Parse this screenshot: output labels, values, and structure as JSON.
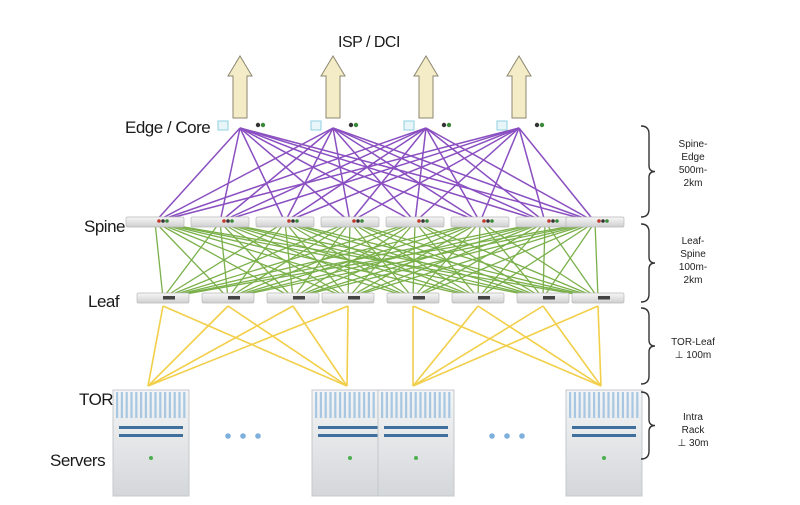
{
  "diagram": {
    "top_label": "ISP / DCI",
    "tiers": {
      "edge_core": "Edge / Core",
      "spine": "Spine",
      "leaf": "Leaf",
      "tor": "TOR",
      "servers": "Servers"
    },
    "brackets": [
      {
        "lines": [
          "Spine-",
          "Edge",
          "500m-",
          "2km"
        ]
      },
      {
        "lines": [
          "Leaf-",
          "Spine",
          "100m-",
          "2km"
        ]
      },
      {
        "lines": [
          "TOR-Leaf",
          "⊥ 100m"
        ]
      },
      {
        "lines": [
          "Intra",
          "Rack",
          "⊥ 30m"
        ]
      }
    ],
    "ellipsis": "• • •",
    "colors": {
      "edge_spine_links": "#8a4fc0",
      "leaf_spine_links": "#7ab04a",
      "tor_leaf_links": "#f2cf4a",
      "arrow_fill": "#f3ecc6",
      "arrow_stroke": "#8c8670",
      "bracket": "#333333"
    },
    "counts": {
      "edge_routers": 4,
      "spine_switches": 8,
      "leaf_switches": 8,
      "server_racks": 4
    }
  }
}
